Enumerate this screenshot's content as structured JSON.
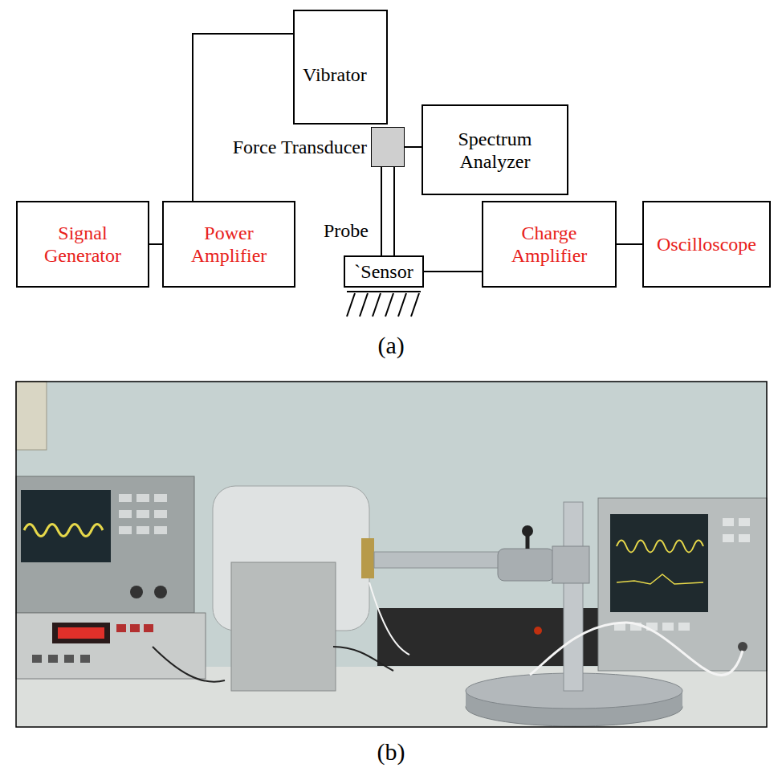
{
  "diagram": {
    "nodes": [
      {
        "text": [
          "Vibrator"
        ]
      },
      {
        "text": [
          "Force Transducer"
        ]
      },
      {
        "text": [
          "Spectrum Analyzer"
        ]
      },
      {
        "text": [
          "Signal Generator"
        ]
      },
      {
        "text": [
          "Power Amplifier"
        ]
      },
      {
        "text": [
          "`Sensor"
        ]
      },
      {
        "text": [
          "Charge Amplifier"
        ]
      },
      {
        "text": [
          "Oscilloscope"
        ]
      }
    ],
    "edges": [
      {
        "from": 3,
        "to": 4,
        "arrow": "none"
      },
      {
        "from": 4,
        "to": 0,
        "arrow": "none"
      },
      {
        "from": 1,
        "to": 2,
        "arrow": "none"
      },
      {
        "from": 1,
        "to": 5,
        "label": "Probe",
        "arrow": "none"
      },
      {
        "from": 5,
        "to": 6,
        "arrow": "none"
      },
      {
        "from": 6,
        "to": 7,
        "arrow": "none"
      }
    ],
    "labels": [
      "(a)",
      "(b)"
    ]
  }
}
